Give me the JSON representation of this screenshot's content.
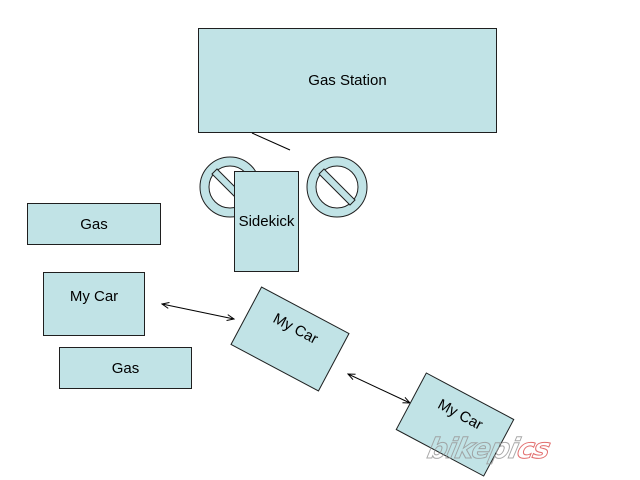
{
  "boxes": {
    "gas_station": "Gas Station",
    "sidekick": "Sidekick",
    "gas_top": "Gas",
    "gas_bottom": "Gas",
    "my_car_left": "My Car",
    "my_car_middle": "My Car",
    "my_car_right": "My Car"
  },
  "watermark": {
    "main": "bikepi",
    "accent": "cs"
  },
  "colors": {
    "box_fill": "#c1e3e6",
    "no_symbol": "#c1e3e6",
    "border": "#1f1f1f"
  },
  "icons": [
    "no-symbol-icon",
    "no-symbol-icon"
  ]
}
